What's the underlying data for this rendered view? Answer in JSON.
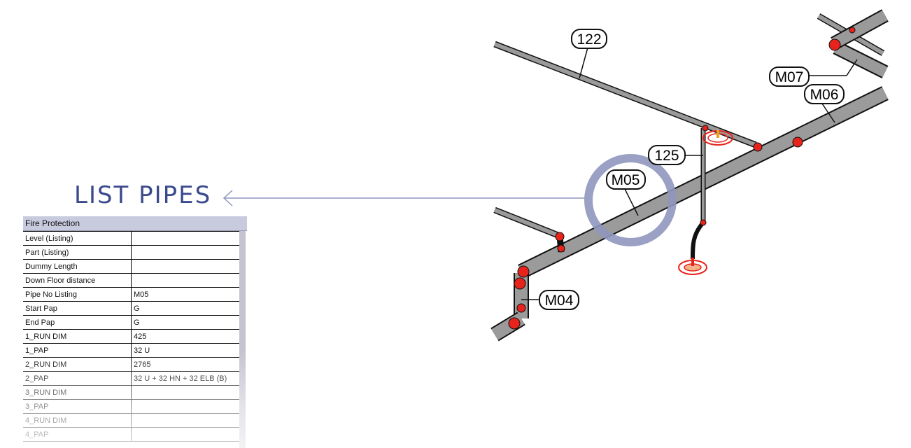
{
  "title": "LIST PIPES",
  "panel": {
    "header": "Fire Protection",
    "rows": [
      {
        "key": "Level  (Listing)",
        "value": ""
      },
      {
        "key": "Part  (Listing)",
        "value": ""
      },
      {
        "key": "Dummy Length",
        "value": ""
      },
      {
        "key": "Down Floor distance",
        "value": ""
      },
      {
        "key": "Pipe No Listing",
        "value": "M05"
      },
      {
        "key": "Start Pap",
        "value": "G"
      },
      {
        "key": "End Pap",
        "value": "G"
      },
      {
        "key": "1_RUN DIM",
        "value": "425"
      },
      {
        "key": "1_PAP",
        "value": "32 U"
      },
      {
        "key": "2_RUN DIM",
        "value": "2765"
      },
      {
        "key": "2_PAP",
        "value": "32 U + 32 HN + 32 ELB (B)"
      },
      {
        "key": "3_RUN DIM",
        "value": ""
      },
      {
        "key": "3_PAP",
        "value": ""
      },
      {
        "key": "4_RUN DIM",
        "value": ""
      },
      {
        "key": "4_PAP",
        "value": ""
      }
    ]
  },
  "drawing": {
    "tags": {
      "t122": "122",
      "t125": "125",
      "m04": "M04",
      "m05": "M05",
      "m06": "M06",
      "m07": "M07"
    }
  },
  "colors": {
    "accent": "#3b4a8c",
    "highlight": "#8f97be",
    "fitting": "#e8231b",
    "pipe": "#8a8a8a"
  }
}
